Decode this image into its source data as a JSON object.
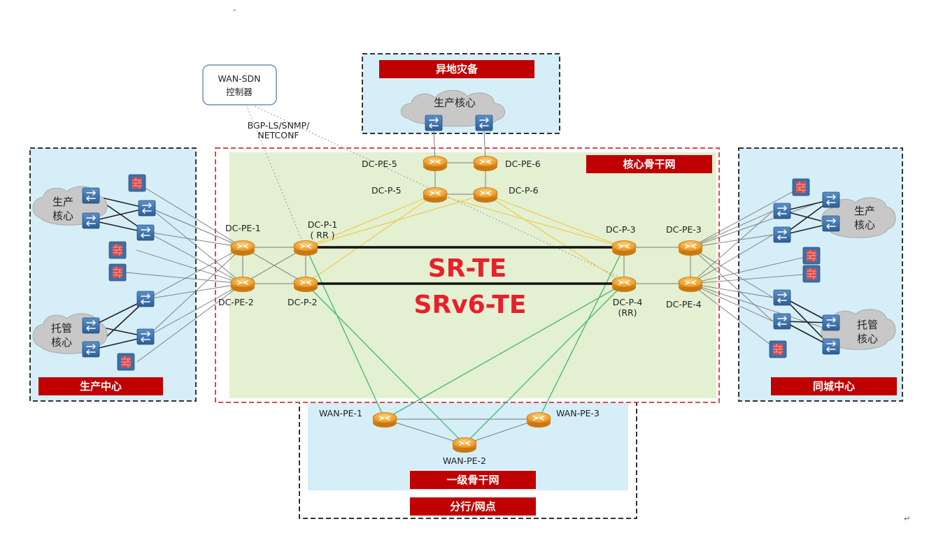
{
  "header_mark": "-",
  "controller": {
    "line1": "WAN-SDN",
    "line2": "控制器"
  },
  "protocols": {
    "line1": "BGP-LS/SNMP/",
    "line2": "NETCONF"
  },
  "regions": {
    "remote_dr": "异地灾备",
    "core_backbone": "核心骨干网",
    "production_center": "生产中心",
    "same_city_center": "同城中心",
    "tier1_backbone": "一级骨干网",
    "branch": "分行/网点"
  },
  "clouds": {
    "dr_core": "生产核心",
    "left_prod": [
      "生产",
      "核心"
    ],
    "left_hosting": [
      "托管",
      "核心"
    ],
    "right_prod": [
      "生产",
      "核心"
    ],
    "right_hosting": [
      "托管",
      "核心"
    ]
  },
  "routers": {
    "dc_pe_1": "DC-PE-1",
    "dc_pe_2": "DC-PE-2",
    "dc_p_1": [
      "DC-P-1",
      "( RR )"
    ],
    "dc_p_2": "DC-P-2",
    "dc_pe_5": "DC-PE-5",
    "dc_pe_6": "DC-PE-6",
    "dc_p_5": "DC-P-5",
    "dc_p_6": "DC-P-6",
    "dc_p_3": "DC-P-3",
    "dc_pe_3": "DC-PE-3",
    "dc_p_4": [
      "DC-P-4",
      "(RR)"
    ],
    "dc_pe_4": "DC-PE-4",
    "wan_pe_1": "WAN-PE-1",
    "wan_pe_2": "WAN-PE-2",
    "wan_pe_3": "WAN-PE-3"
  },
  "tech": {
    "sr_te": "SR-TE",
    "srv6_te": "SRv6-TE"
  },
  "footer_mark": "↵",
  "colors": {
    "region_fill": "#d6eef8",
    "core_fill": "#e3f0d2",
    "tag_red": "#c00000",
    "router_orange": "#f5a623",
    "green_link": "#43b86b",
    "yellow_link": "#f2c94c",
    "title_red": "#e8202a"
  }
}
